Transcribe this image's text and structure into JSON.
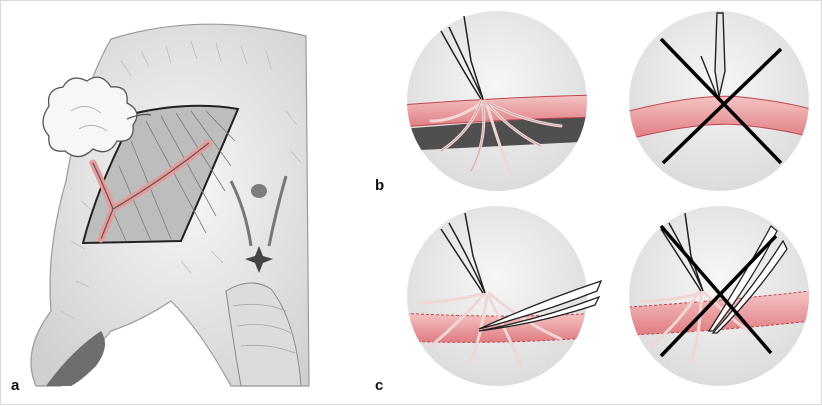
{
  "figure": {
    "panel_labels": {
      "a": "a",
      "b": "b",
      "c": "c"
    },
    "colors": {
      "tissue_gray": "#e3e3e3",
      "tissue_dark": "#6e6e6e",
      "vessel_pink": "#e8a0a0",
      "vessel_red": "#d9535f",
      "outline": "#222222",
      "cross": "#000000",
      "circle_bg": "#e9e9e9"
    },
    "icons": [
      "scissors-icon",
      "forceps-icon",
      "cross-mark-icon",
      "cotton-swab-icon"
    ]
  }
}
